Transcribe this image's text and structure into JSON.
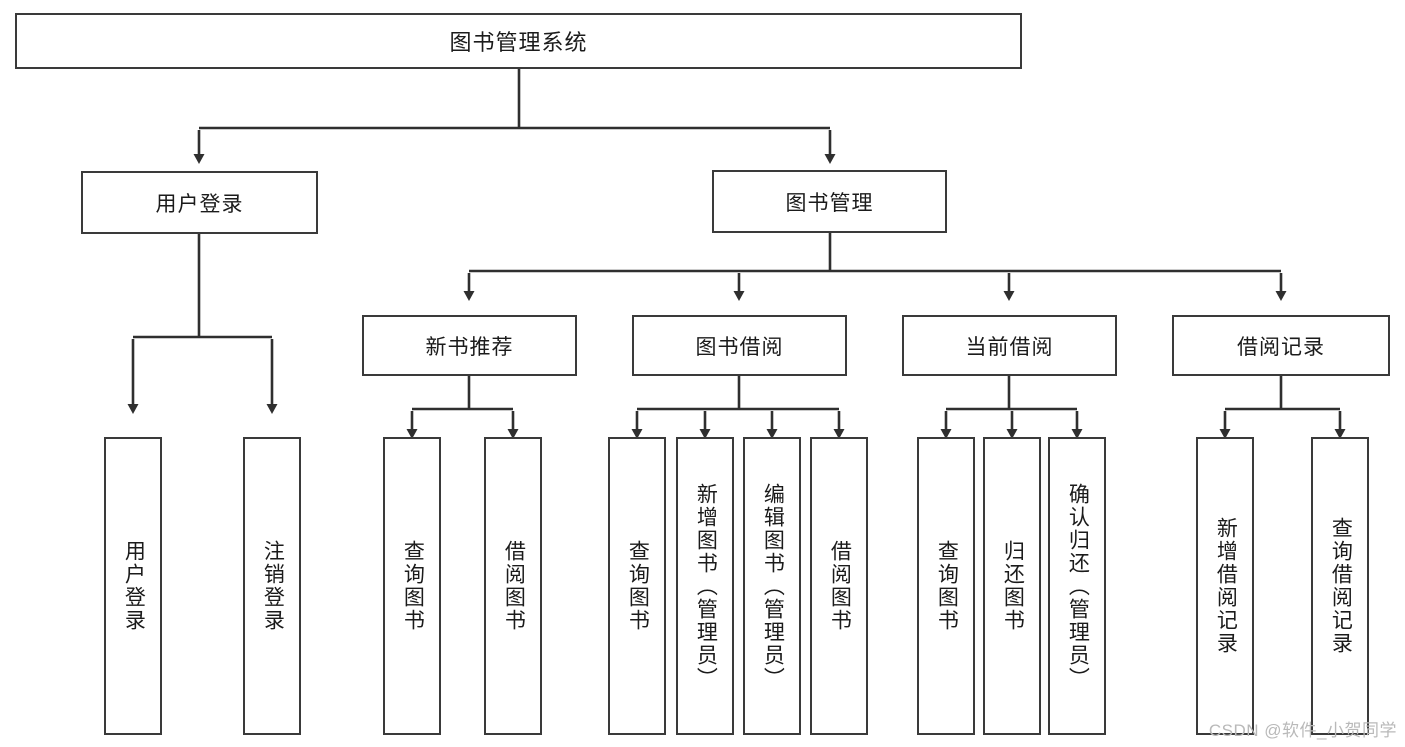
{
  "diagram": {
    "type": "tree",
    "title": "图书管理系统",
    "watermark": "CSDN @软件_小贺同学",
    "colors": {
      "box_border": "#3a3a3a",
      "box_fill": "#ffffff",
      "line": "#2f2f2f",
      "text": "#1b1b1b",
      "watermark": "#b9b9b9"
    },
    "root": {
      "label": "图书管理系统"
    },
    "level2": [
      {
        "label": "用户登录"
      },
      {
        "label": "图书管理"
      }
    ],
    "level3": [
      {
        "label": "新书推荐"
      },
      {
        "label": "图书借阅"
      },
      {
        "label": "当前借阅"
      },
      {
        "label": "借阅记录"
      }
    ],
    "leaves": {
      "user_login": [
        {
          "label": "用户登录"
        },
        {
          "label": "注销登录"
        }
      ],
      "new_book": [
        {
          "label": "查询图书"
        },
        {
          "label": "借阅图书"
        }
      ],
      "book_borrow": [
        {
          "label": "查询图书"
        },
        {
          "label": "新增图书（管理员）"
        },
        {
          "label": "编辑图书（管理员）"
        },
        {
          "label": "借阅图书"
        }
      ],
      "current_borrow": [
        {
          "label": "查询图书"
        },
        {
          "label": "归还图书"
        },
        {
          "label": "确认归还（管理员）"
        }
      ],
      "borrow_record": [
        {
          "label": "新增借阅记录"
        },
        {
          "label": "查询借阅记录"
        }
      ]
    }
  }
}
